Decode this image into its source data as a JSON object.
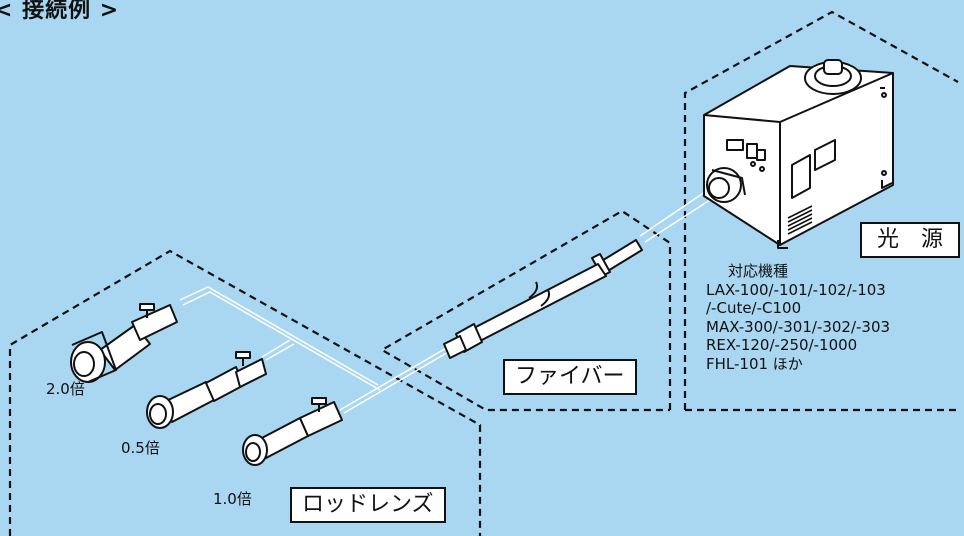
{
  "title": "< 接続例 >",
  "labels": {
    "light_source": "光　源",
    "fiber": "ファイバー",
    "rod_lens": "ロッドレンズ"
  },
  "models": {
    "heading": "対応機種",
    "lines": [
      "LAX-100/-101/-102/-103",
      "/-Cute/-C100",
      "MAX-300/-301/-302/-303",
      "REX-120/-250/-1000",
      "FHL-101 ほか"
    ]
  },
  "magnifications": {
    "lens_top": "2.0倍",
    "lens_middle": "0.5倍",
    "lens_bottom": "1.0倍"
  },
  "colors": {
    "background": "#a9d6f0",
    "line": "#111111",
    "label_fill": "#ffffff"
  }
}
